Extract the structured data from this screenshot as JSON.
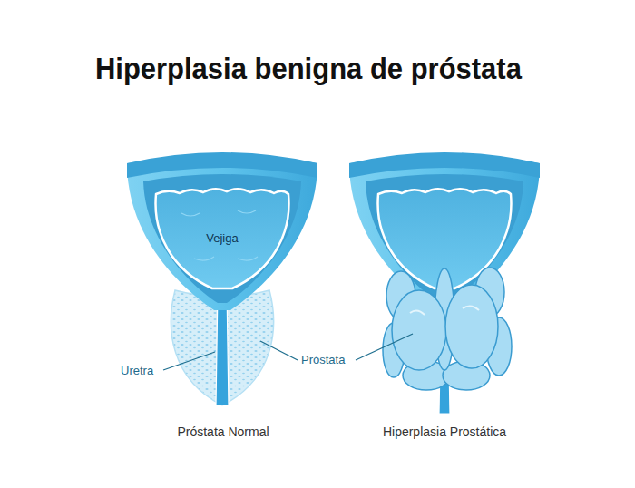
{
  "diagram": {
    "title": "Hiperplasia benigna de próstata",
    "labels": [
      "Vejiga",
      "Uretra",
      "Próstata",
      "Próstata Normal",
      "Hiperplasia Prostática"
    ]
  }
}
